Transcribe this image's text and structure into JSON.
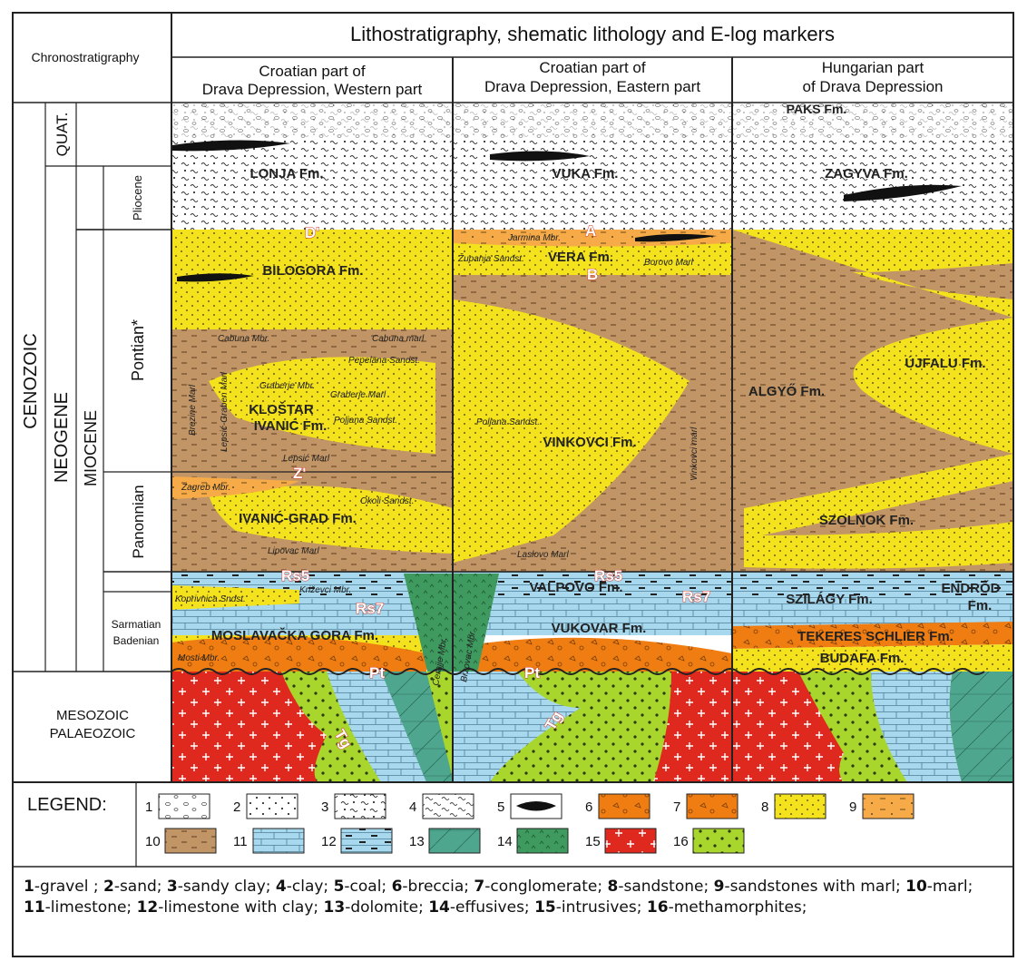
{
  "header": {
    "chrono": "Chronostratigraphy",
    "litho": "Lithostratigraphy, shematic lithology and E-log markers",
    "col1": [
      "Croatian part of",
      "Drava Depression, Western part"
    ],
    "col2": [
      "Croatian part of",
      "Drava Depression, Eastern part"
    ],
    "col3": [
      "Hungarian part",
      "of Drava Depression"
    ]
  },
  "chrono": {
    "cenozoic": "CENOZOIC",
    "neogene": "NEOGENE",
    "quat": "QUAT.",
    "miocene": "MIOCENE",
    "pliocene": "Pliocene",
    "pontian": "Pontian*",
    "panonnian": "Panonnian",
    "sarmatian": "Sarmatian",
    "badenian": "Badenian",
    "mesozoic": "MESOZOIC",
    "palaeozoic": "PALAEOZOIC"
  },
  "formations": {
    "lonja": "LONJA Fm.",
    "vuka": "VUKA Fm.",
    "paks": "PAKS Fm.",
    "zagyva": "ZAGYVA Fm.",
    "bilogora": "BILOGORA Fm.",
    "vera": "VERA Fm.",
    "ujfalu": "ÚJFALU Fm.",
    "algyo": "ALGYŐ Fm.",
    "klostar1": "KLOŠTAR",
    "klostar2": "IVANIĆ Fm.",
    "vinkovci": "VINKOVCI Fm.",
    "ivanic_grad": "IVANIĆ-GRAD Fm.",
    "szolnok": "SZOLNOK Fm.",
    "valpovo": "VALPOVO Fm.",
    "szilagy": "SZILÁGY Fm.",
    "endrod1": "ENDRŐD",
    "endrod2": "Fm.",
    "vukovar": "VUKOVAR Fm.",
    "moslavacka": "MOSLAVAČKA GORA Fm.",
    "tekeres": "TEKERES SCHLIER Fm.",
    "budafa": "BUDAFA Fm."
  },
  "members": {
    "jarmina": "Jarmina Mbr.",
    "zupanja": "Županja Sandst.",
    "borovo": "Borovo Marl",
    "cabuna_mbr": "Cabuna Mbr.",
    "cabuna_marl": "Cabuna marl",
    "pepelana": "Pepelana Sandst.",
    "graberje_mbr": "Graberje Mbr.",
    "graberje_marl": "Graberje Marl",
    "poljana1": "Poljana Sandst.",
    "poljana2": "Poljana Sandst.",
    "brezine": "Brezine Marl",
    "lepsic_graben": "Lepsić-Graben Marl",
    "lepsic": "Lepsić Marl",
    "vinkovci_marl": "Vinkovci marl",
    "zagreb": "Zagreb Mbr.",
    "okoli": "Okoli Sandst.",
    "lipovac": "Lipovac Marl",
    "laslovo": "Laslovo Marl",
    "koprivnica": "Koprivnica Sndst.",
    "krizevci": "Križevci Mbr.",
    "mosti": "Mosti Mbr.",
    "cerajje": "Cerajje Mbr.",
    "brzovac": "Brzovac Mbr."
  },
  "markers": {
    "D": "D'",
    "A": "A",
    "B": "B",
    "Z": "Z'",
    "Rs5a": "Rs5",
    "Rs5b": "Rs5",
    "Rs7a": "Rs7",
    "Rs7b": "Rs7",
    "Pt1": "Pt",
    "Pt2": "Pt",
    "Tg1": "Tg",
    "Tg2": "Tg"
  },
  "legend": {
    "title": "LEGEND:",
    "numbers": [
      "1",
      "2",
      "3",
      "4",
      "5",
      "6",
      "7",
      "8",
      "9",
      "10",
      "11",
      "12",
      "13",
      "14",
      "15",
      "16"
    ],
    "descriptions": [
      {
        "n": "1",
        "t": "gravel"
      },
      {
        "n": "2",
        "t": "sand"
      },
      {
        "n": "3",
        "t": "sandy clay"
      },
      {
        "n": "4",
        "t": "clay"
      },
      {
        "n": "5",
        "t": "coal"
      },
      {
        "n": "6",
        "t": "breccia"
      },
      {
        "n": "7",
        "t": "conglomerate"
      },
      {
        "n": "8",
        "t": "sandstone"
      },
      {
        "n": "9",
        "t": "sandstones with marl"
      },
      {
        "n": "10",
        "t": "marl"
      },
      {
        "n": "11",
        "t": "limestone"
      },
      {
        "n": "12",
        "t": "limestone with clay"
      },
      {
        "n": "13",
        "t": "dolomite"
      },
      {
        "n": "14",
        "t": "effusives"
      },
      {
        "n": "15",
        "t": "intrusives"
      },
      {
        "n": "16",
        "t": "methamorphites"
      }
    ]
  },
  "colors": {
    "sandstone": "#f4e21c",
    "marl": "#c19566",
    "limestone": "#a8d8ee",
    "dolomite": "#4fa68e",
    "effusives": "#3f9a5f",
    "intrusives": "#e0291e",
    "metamorph": "#a9d62c",
    "breccia": "#ef7d12",
    "sandstone_marl": "#f6ab48"
  }
}
